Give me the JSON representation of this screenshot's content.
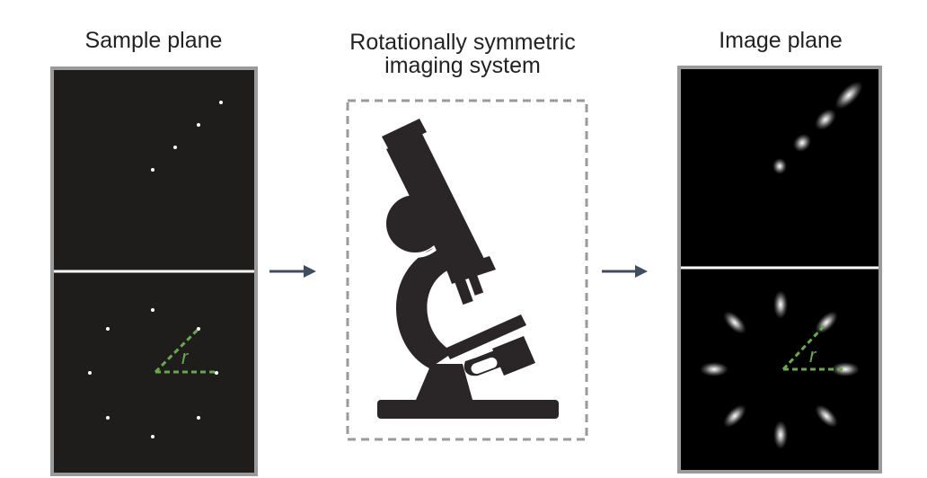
{
  "panels": {
    "sample": {
      "title": "Sample plane"
    },
    "system": {
      "title_line1": "Rotationally symmetric",
      "title_line2": "imaging system"
    },
    "image": {
      "title": "Image plane"
    }
  },
  "annotations": {
    "radius_symbol": "r"
  },
  "colors": {
    "panel_background": "#1f1c1c",
    "image_background": "#000000",
    "panel_border": "#9a9a9a",
    "arrow": "#3f4d5e",
    "dashed_box": "#9a9a9a",
    "microscope": "#2a2627",
    "radius_lines": "#6aa84f"
  }
}
